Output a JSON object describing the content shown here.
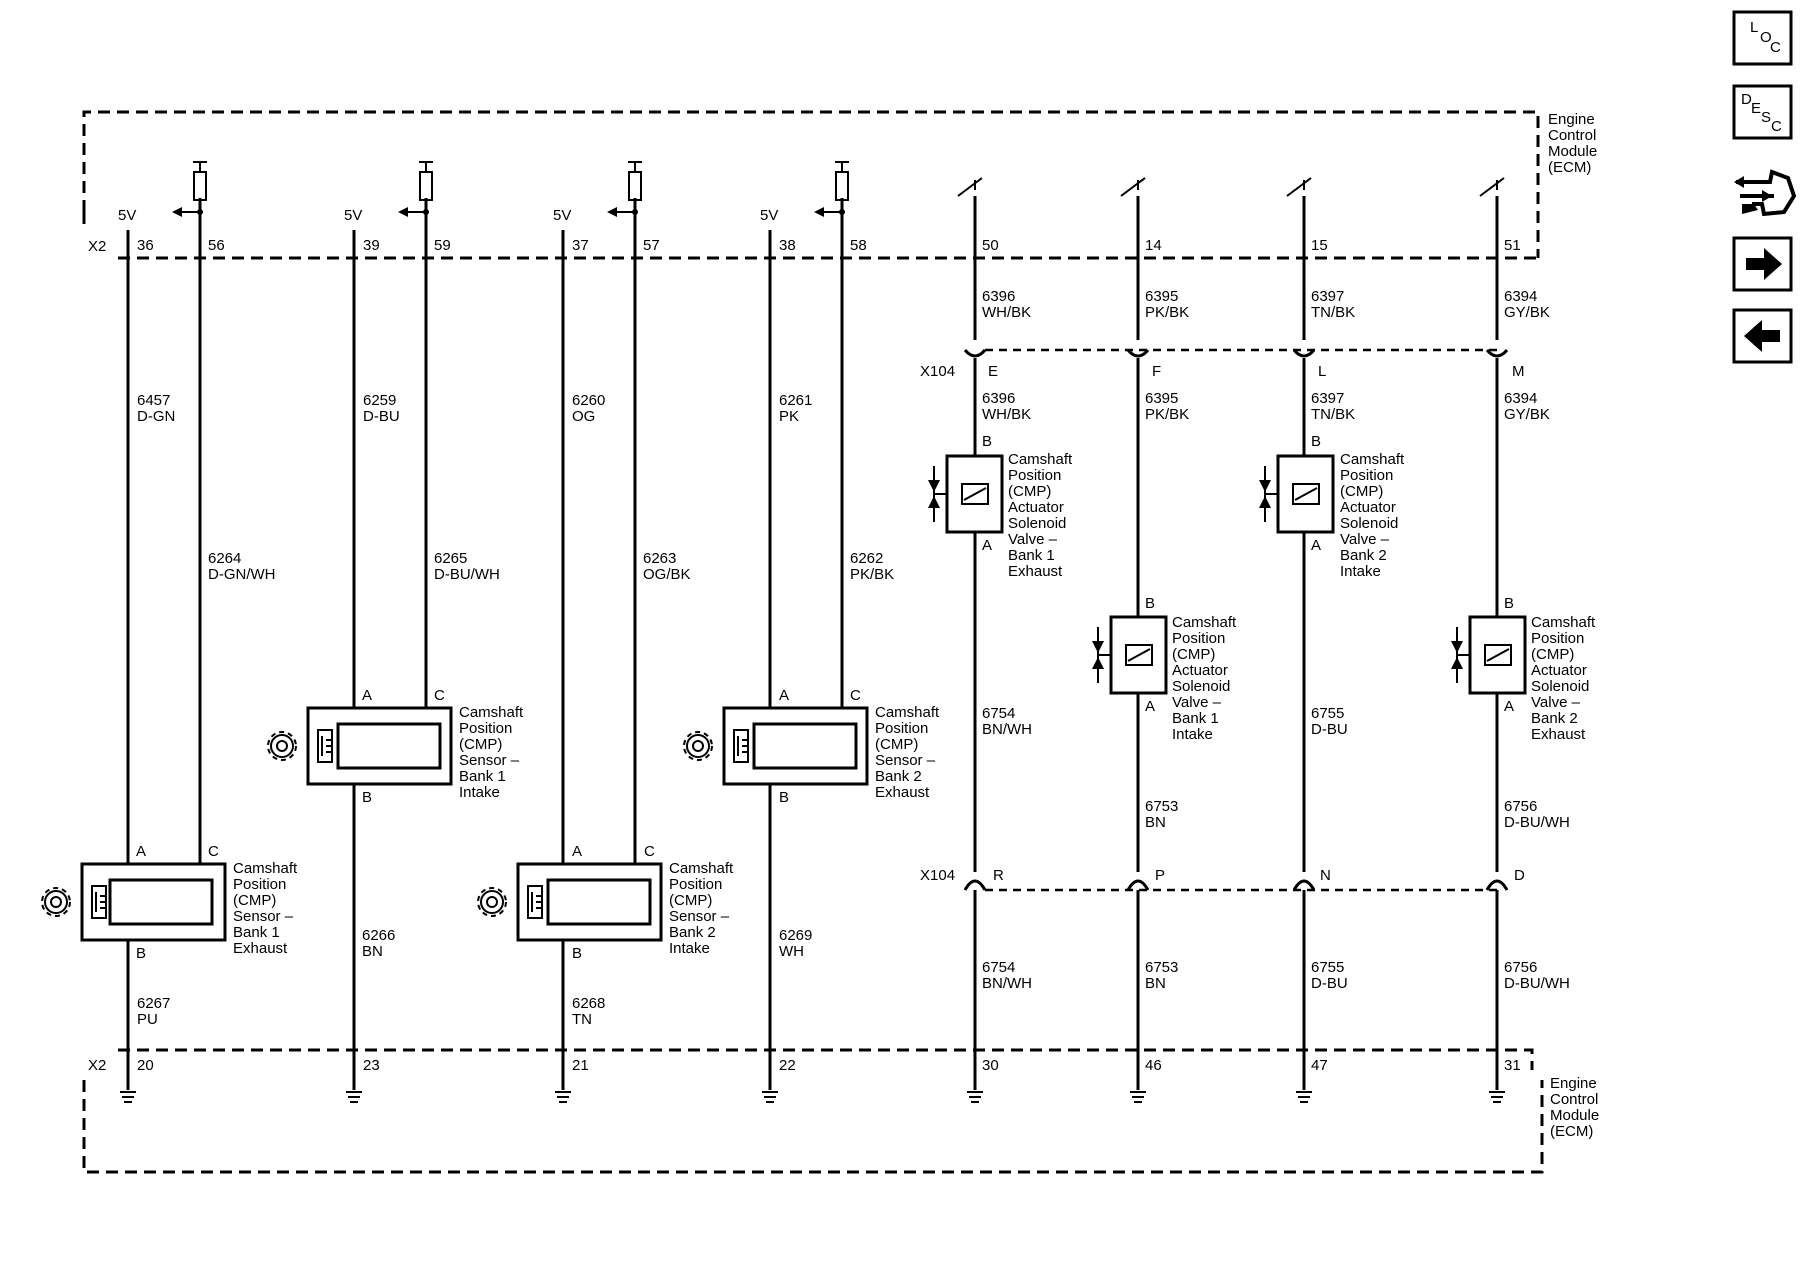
{
  "ecm_top_label": [
    "Engine",
    "Control",
    "Module",
    "(ECM)"
  ],
  "ecm_bottom_label": [
    "Engine",
    "Control",
    "Module",
    "(ECM)"
  ],
  "connector_x2": "X2",
  "connector_x104": "X104",
  "supply_label": "5V",
  "sensor_signals": [
    {
      "ref_pin": "36",
      "sig_pin": "56",
      "ref_circuit": "6457",
      "ref_color": "D-GN",
      "sig_circuit": "6264",
      "sig_color": "D-GN/WH",
      "low_circuit": "6267",
      "low_color": "PU",
      "gnd_pin": "20"
    },
    {
      "ref_pin": "39",
      "sig_pin": "59",
      "ref_circuit": "6259",
      "ref_color": "D-BU",
      "sig_circuit": "6265",
      "sig_color": "D-BU/WH",
      "low_circuit": "6266",
      "low_color": "BN",
      "gnd_pin": "23"
    },
    {
      "ref_pin": "37",
      "sig_pin": "57",
      "ref_circuit": "6260",
      "ref_color": "OG",
      "sig_circuit": "6263",
      "sig_color": "OG/BK",
      "low_circuit": "6268",
      "low_color": "TN",
      "gnd_pin": "21"
    },
    {
      "ref_pin": "38",
      "sig_pin": "58",
      "ref_circuit": "6261",
      "ref_color": "PK",
      "sig_circuit": "6262",
      "sig_color": "PK/BK",
      "low_circuit": "6269",
      "low_color": "WH",
      "gnd_pin": "22"
    }
  ],
  "sensors": [
    {
      "pin_a": "A",
      "pin_b": "B",
      "pin_c": "C",
      "label": [
        "Camshaft",
        "Position",
        "(CMP)",
        "Sensor –",
        "Bank 1",
        "Exhaust"
      ]
    },
    {
      "pin_a": "A",
      "pin_b": "B",
      "pin_c": "C",
      "label": [
        "Camshaft",
        "Position",
        "(CMP)",
        "Sensor –",
        "Bank 1",
        "Intake"
      ]
    },
    {
      "pin_a": "A",
      "pin_b": "B",
      "pin_c": "C",
      "label": [
        "Camshaft",
        "Position",
        "(CMP)",
        "Sensor –",
        "Bank 2",
        "Intake"
      ]
    },
    {
      "pin_a": "A",
      "pin_b": "B",
      "pin_c": "C",
      "label": [
        "Camshaft",
        "Position",
        "(CMP)",
        "Sensor –",
        "Bank 2",
        "Exhaust"
      ]
    }
  ],
  "solenoid_circuits": [
    {
      "ctrl_pin": "50",
      "ctrl_circuit": "6396",
      "ctrl_color": "WH/BK",
      "x104_top": "E",
      "x104_bot": "R",
      "ret_circuit": "6754",
      "ret_color": "BN/WH",
      "gnd_pin": "30"
    },
    {
      "ctrl_pin": "14",
      "ctrl_circuit": "6395",
      "ctrl_color": "PK/BK",
      "x104_top": "F",
      "x104_bot": "P",
      "ret_circuit": "6753",
      "ret_color": "BN",
      "gnd_pin": "46"
    },
    {
      "ctrl_pin": "15",
      "ctrl_circuit": "6397",
      "ctrl_color": "TN/BK",
      "x104_top": "L",
      "x104_bot": "N",
      "ret_circuit": "6755",
      "ret_color": "D-BU",
      "gnd_pin": "47"
    },
    {
      "ctrl_pin": "51",
      "ctrl_circuit": "6394",
      "ctrl_color": "GY/BK",
      "x104_top": "M",
      "x104_bot": "D",
      "ret_circuit": "6756",
      "ret_color": "D-BU/WH",
      "gnd_pin": "31"
    }
  ],
  "solenoids": [
    {
      "pin_b": "B",
      "pin_a": "A",
      "label": [
        "Camshaft",
        "Position",
        "(CMP)",
        "Actuator",
        "Solenoid",
        "Valve –",
        "Bank 1",
        "Exhaust"
      ]
    },
    {
      "pin_b": "B",
      "pin_a": "A",
      "label": [
        "Camshaft",
        "Position",
        "(CMP)",
        "Actuator",
        "Solenoid",
        "Valve –",
        "Bank 1",
        "Intake"
      ]
    },
    {
      "pin_b": "B",
      "pin_a": "A",
      "label": [
        "Camshaft",
        "Position",
        "(CMP)",
        "Actuator",
        "Solenoid",
        "Valve –",
        "Bank 2",
        "Intake"
      ]
    },
    {
      "pin_b": "B",
      "pin_a": "A",
      "label": [
        "Camshaft",
        "Position",
        "(CMP)",
        "Actuator",
        "Solenoid",
        "Valve –",
        "Bank 2",
        "Exhaust"
      ]
    }
  ],
  "nav": {
    "loc_letters": [
      "L",
      "O",
      "C"
    ],
    "desc_letters": [
      "D",
      "E",
      "S",
      "C"
    ],
    "icons": [
      "location-icon",
      "description-icon",
      "connector-view-icon",
      "next-arrow-icon",
      "previous-arrow-icon"
    ]
  }
}
